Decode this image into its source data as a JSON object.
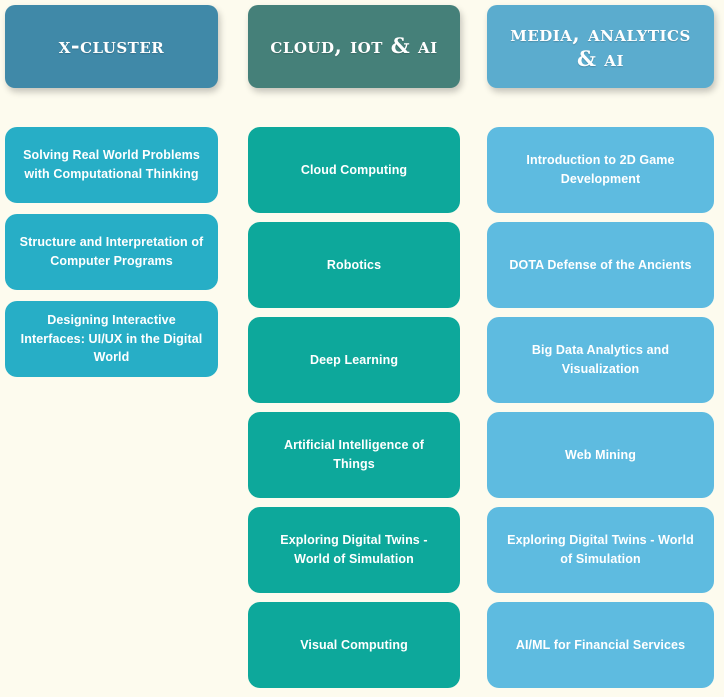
{
  "page": {
    "background_color": "#fdfbee"
  },
  "columns": [
    {
      "header": {
        "label": "X-Cluster",
        "color": "#4089a8"
      },
      "card_color": "#27aec6",
      "cards": [
        {
          "label": "Solving Real World Problems with Computational Thinking"
        },
        {
          "label": "Structure and Interpretation of Computer Programs"
        },
        {
          "label": "Designing Interactive Interfaces: UI/UX in the Digital World"
        }
      ]
    },
    {
      "header": {
        "label": "Cloud, IoT & AI",
        "color": "#458079"
      },
      "card_color": "#0da89b",
      "cards": [
        {
          "label": "Cloud Computing"
        },
        {
          "label": "Robotics"
        },
        {
          "label": "Deep Learning"
        },
        {
          "label": "Artificial Intelligence of Things"
        },
        {
          "label": "Exploring Digital Twins - World of Simulation"
        },
        {
          "label": "Visual Computing"
        }
      ]
    },
    {
      "header": {
        "label": "Media, Analytics & AI",
        "color": "#5bacce"
      },
      "card_color": "#5ebbe0",
      "cards": [
        {
          "label": "Introduction to 2D Game Development"
        },
        {
          "label": "DOTA Defense of the Ancients"
        },
        {
          "label": "Big Data Analytics and Visualization"
        },
        {
          "label": "Web Mining"
        },
        {
          "label": "Exploring Digital Twins - World of Simulation"
        },
        {
          "label": "AI/ML for Financial Services"
        }
      ]
    }
  ]
}
